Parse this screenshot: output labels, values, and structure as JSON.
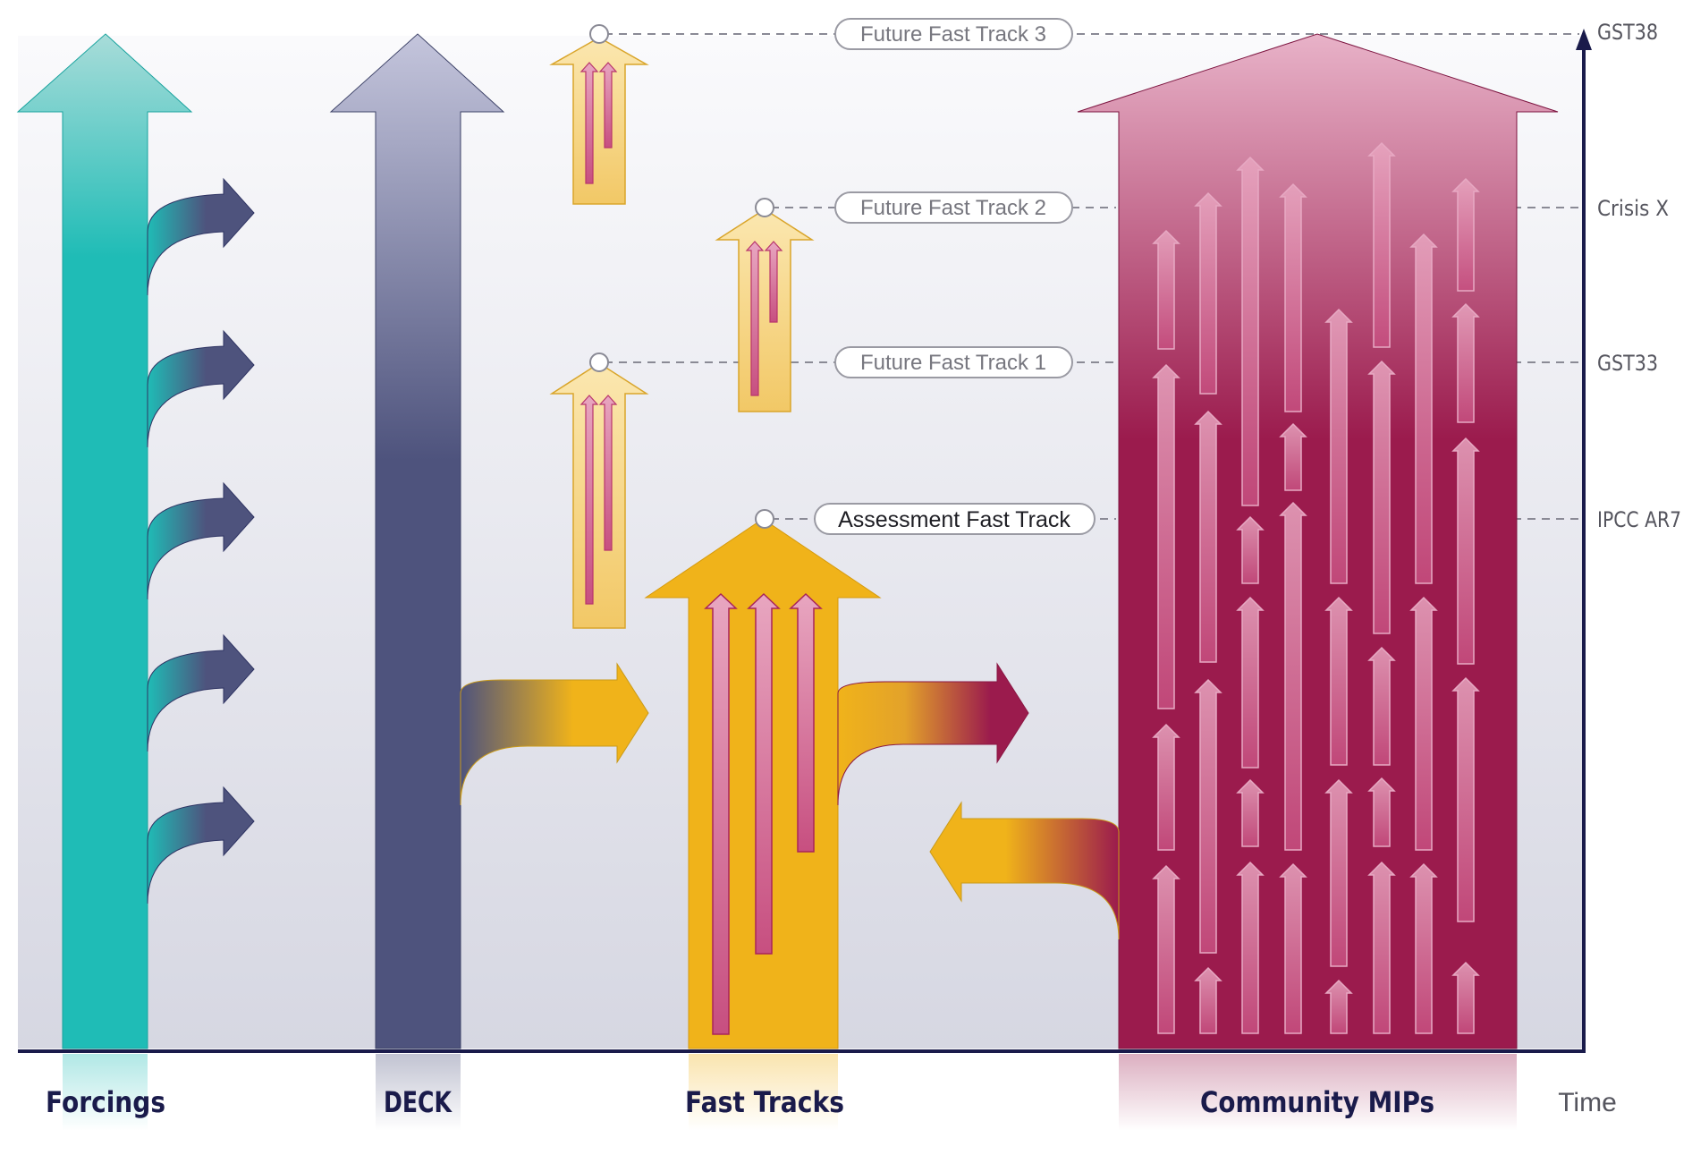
{
  "categories": {
    "forcings": "Forcings",
    "deck": "DECK",
    "fast_tracks": "Fast Tracks",
    "community_mips": "Community MIPs",
    "time": "Time"
  },
  "milestones": {
    "gst38": "GST38",
    "crisis_x": "Crisis X",
    "gst33": "GST33",
    "ipcc_ar7": "IPCC AR7"
  },
  "tracks": {
    "future_3": "Future Fast Track 3",
    "future_2": "Future Fast Track 2",
    "future_1": "Future Fast Track 1",
    "assessment": "Assessment Fast Track"
  },
  "colors": {
    "forcings": "#1fbcb6",
    "deck": "#4e537d",
    "fast_tracks": "#f0b31a",
    "community_mips": "#9b1b4d",
    "axis": "#1a1b4b",
    "inner_arrow": "#d06a95"
  }
}
